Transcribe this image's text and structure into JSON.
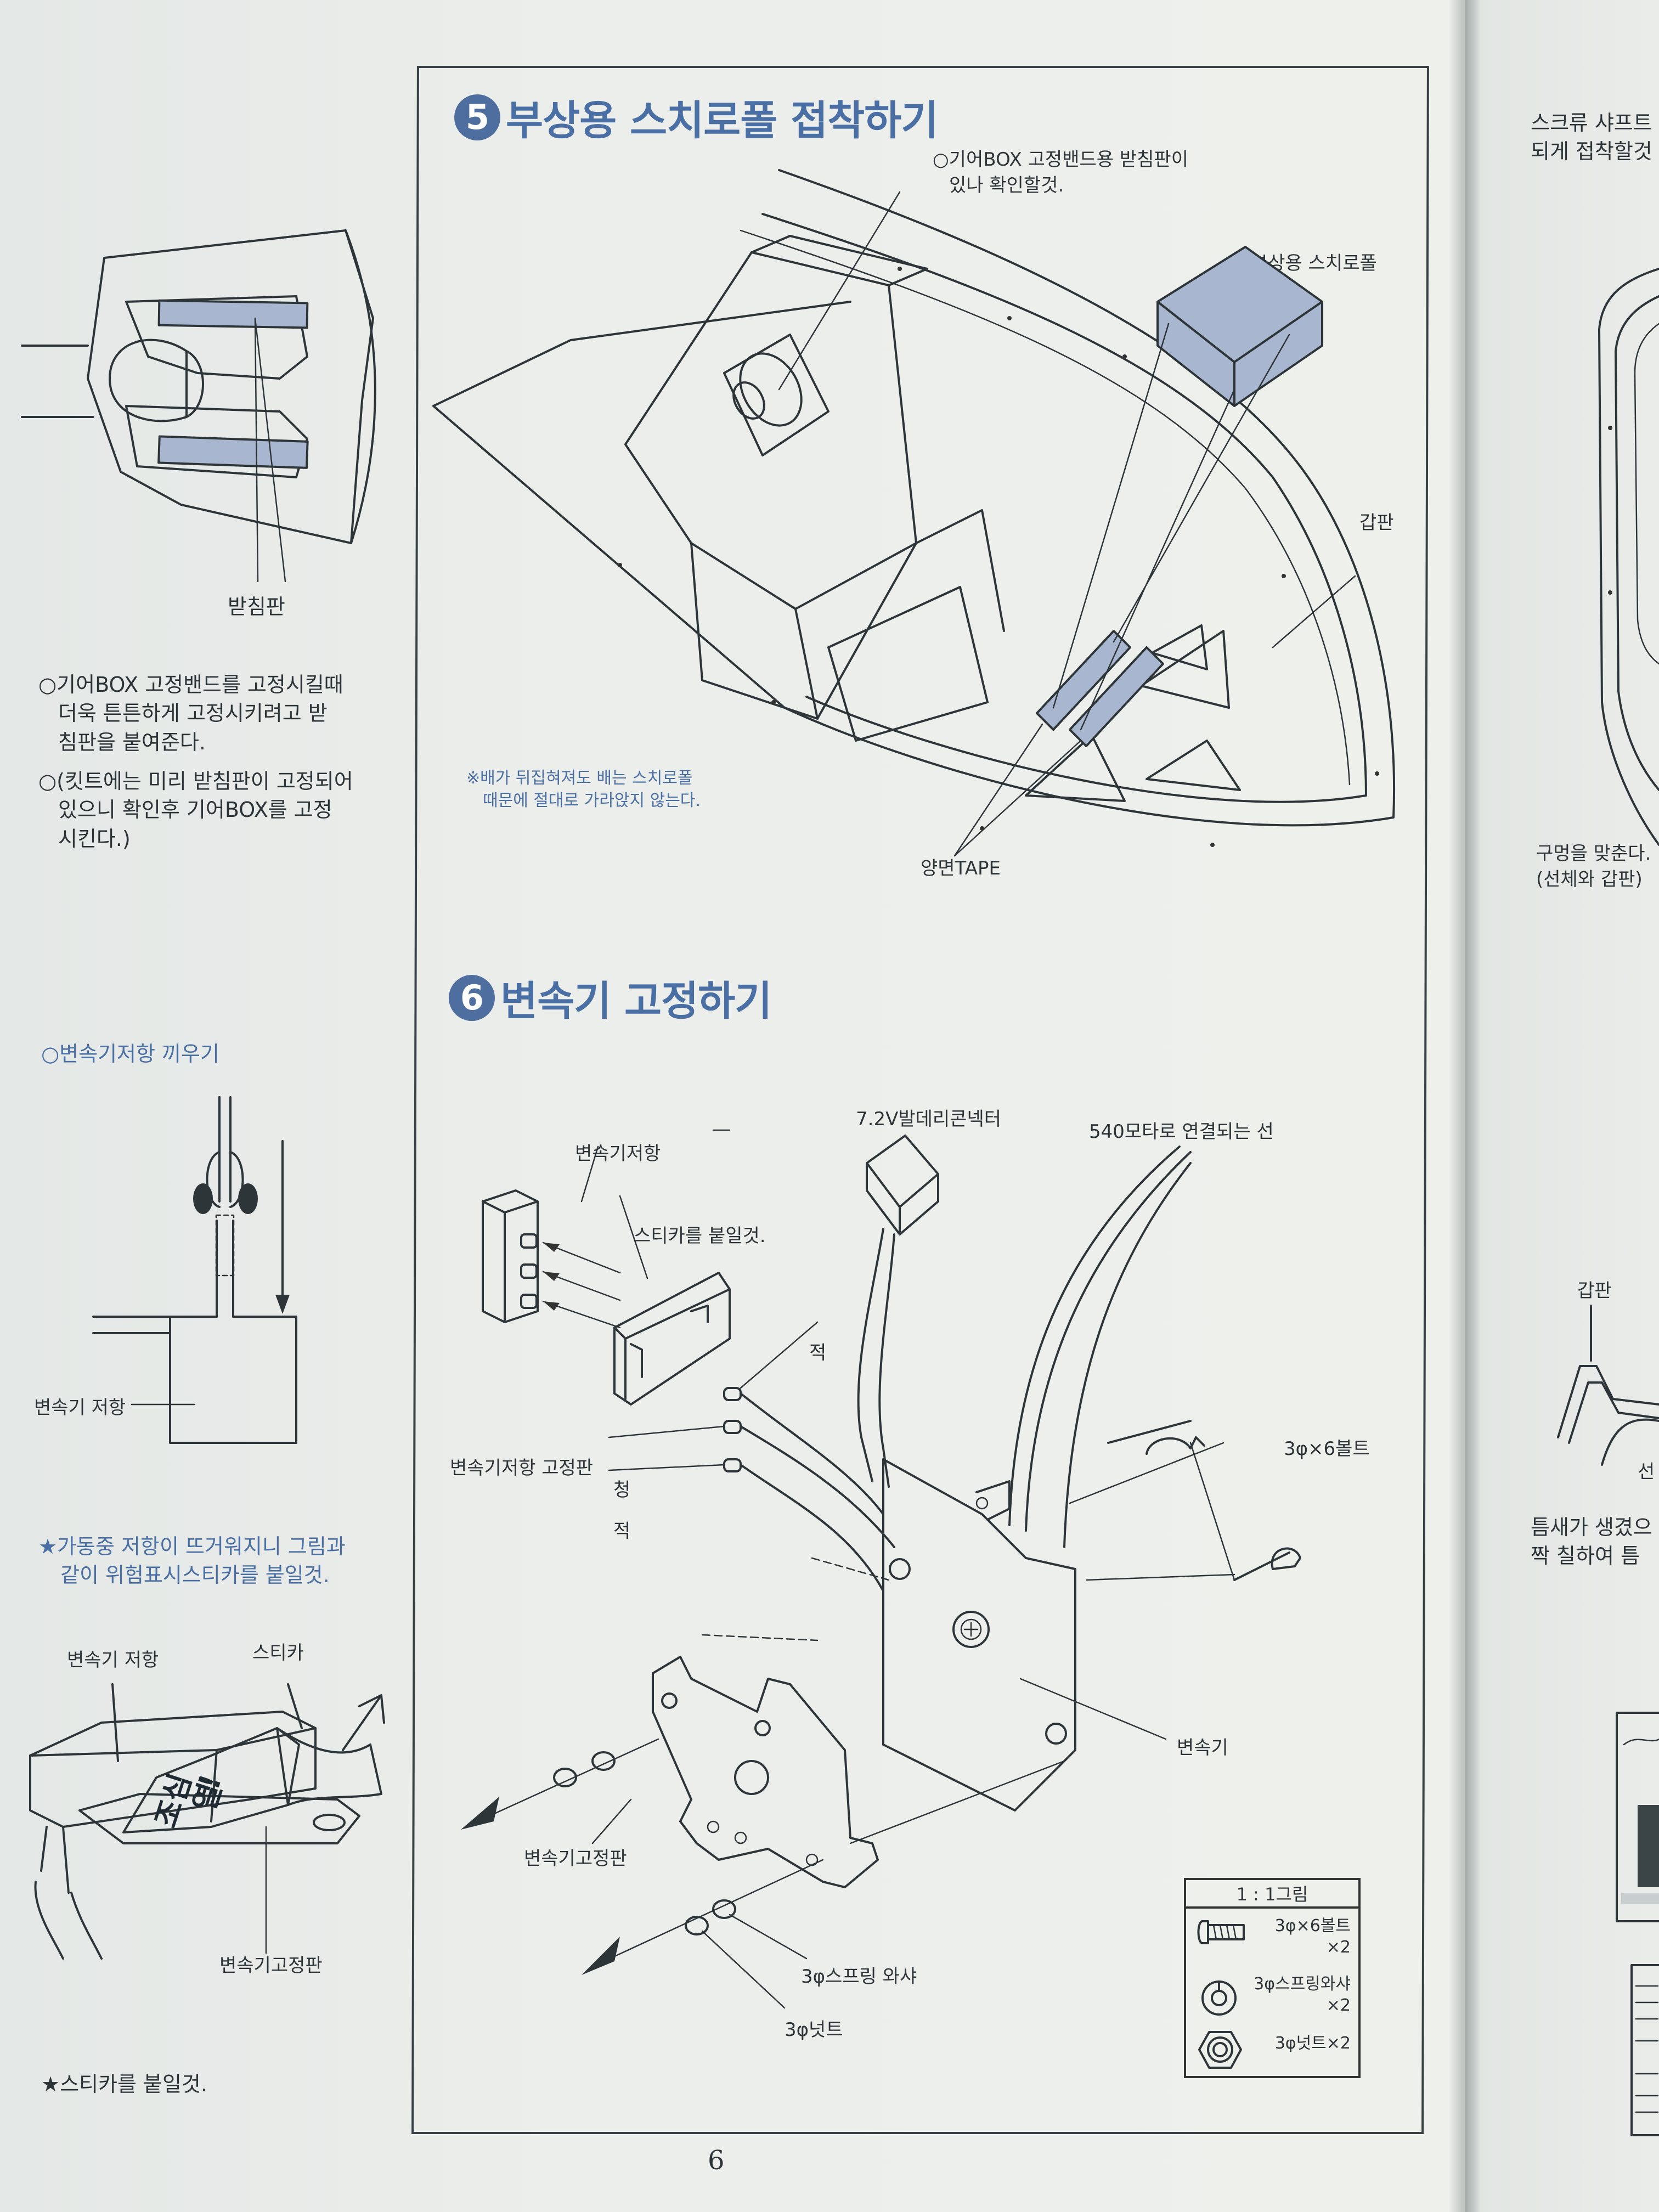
{
  "left_column": {
    "diagram_label": "받침판",
    "note1_lines": [
      "○기어BOX 고정밴드를 고정시킬때",
      "더욱 튼튼하게 고정시키려고  받",
      "침판을 붙여준다."
    ],
    "note2_lines": [
      "○(킷트에는 미리 받침판이 고정되어",
      "있으니 확인후 기어BOX를  고정",
      "시킨다.)"
    ],
    "resistor_heading": "○변속기저항  끼우기",
    "resistor_label": "변속기 저항",
    "warning_lines": [
      "★가동중 저항이 뜨거워지니 그림과",
      "같이 위험표시스티카를 붙일것."
    ],
    "sticker_diagram": {
      "resistor_label": "변속기 저항",
      "sticker_label": "스티카",
      "plate_label": "변속기고정판",
      "sticker_text": [
        "!",
        "열",
        "조심"
      ]
    },
    "footer_note": "★스티카를 붙일것."
  },
  "section5": {
    "number": "5",
    "title": "부상용 스치로폴 접착하기",
    "callout_gearbox": [
      "○기어BOX 고정밴드용 받침판이",
      "있나 확인할것."
    ],
    "callout_foam": "부상용 스치로폴",
    "callout_deck": "갑판",
    "callout_tape": "양면TAPE",
    "note": [
      "※배가 뒤집혀져도 배는 스치로폴",
      "때문에 절대로 가라앉지 않는다."
    ]
  },
  "section6": {
    "number": "6",
    "title": "변속기 고정하기",
    "labels": {
      "battery_connector": "7.2V발데리콘넥터",
      "motor_wires": "540모타로 연결되는 선",
      "resistor": "변속기저항",
      "sticker": "스티카를 붙일것.",
      "red1": "적",
      "resistor_plate": "변속기저항 고정판",
      "blue": "청",
      "red2": "적",
      "bolt": "3φ×6볼트",
      "esc": "변속기",
      "esc_plate": "변속기고정판",
      "spring_washer": "3φ스프링 와샤",
      "nut": "3φ넛트"
    },
    "legend": {
      "title": "1 : 1그림",
      "items": [
        {
          "icon": "bolt-icon",
          "name": "3φ×6볼트",
          "qty": "×2"
        },
        {
          "icon": "washer-icon",
          "name": "3φ스프링와샤",
          "qty": "×2"
        },
        {
          "icon": "nut-icon",
          "name": "3φ넛트×2",
          "qty": ""
        }
      ]
    }
  },
  "right_page": {
    "top_lines": [
      "스크류 샤프트",
      "되게 접착할것"
    ],
    "hole_lines": [
      "구멍을 맞춘다.",
      "(선체와 갑판)"
    ],
    "deck_label": "갑판",
    "hull_label": "선",
    "gap_lines": [
      "틈새가 생겼으",
      "짝 칠하여 틈"
    ]
  },
  "page_number": "6"
}
